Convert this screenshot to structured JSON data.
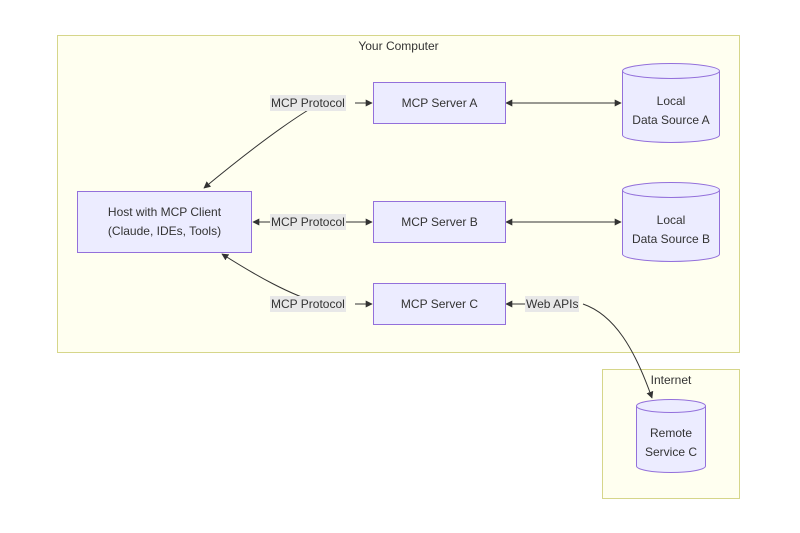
{
  "clusters": {
    "your_computer": "Your Computer",
    "internet": "Internet"
  },
  "nodes": {
    "host": {
      "line1": "Host with MCP Client",
      "line2": "(Claude, IDEs, Tools)"
    },
    "server_a": "MCP Server A",
    "server_b": "MCP Server B",
    "server_c": "MCP Server C",
    "data_a": {
      "line1": "Local",
      "line2": "Data Source A"
    },
    "data_b": {
      "line1": "Local",
      "line2": "Data Source B"
    },
    "remote_c": {
      "line1": "Remote",
      "line2": "Service C"
    }
  },
  "edges": {
    "protocol_a": "MCP Protocol",
    "protocol_b": "MCP Protocol",
    "protocol_c": "MCP Protocol",
    "web_apis": "Web APIs"
  },
  "colors": {
    "cluster_fill": "#fffff0",
    "cluster_stroke": "#d6d68a",
    "node_fill": "#ececff",
    "node_stroke": "#9370db",
    "edge_stroke": "#333333",
    "label_bg": "#e8e8e8"
  }
}
